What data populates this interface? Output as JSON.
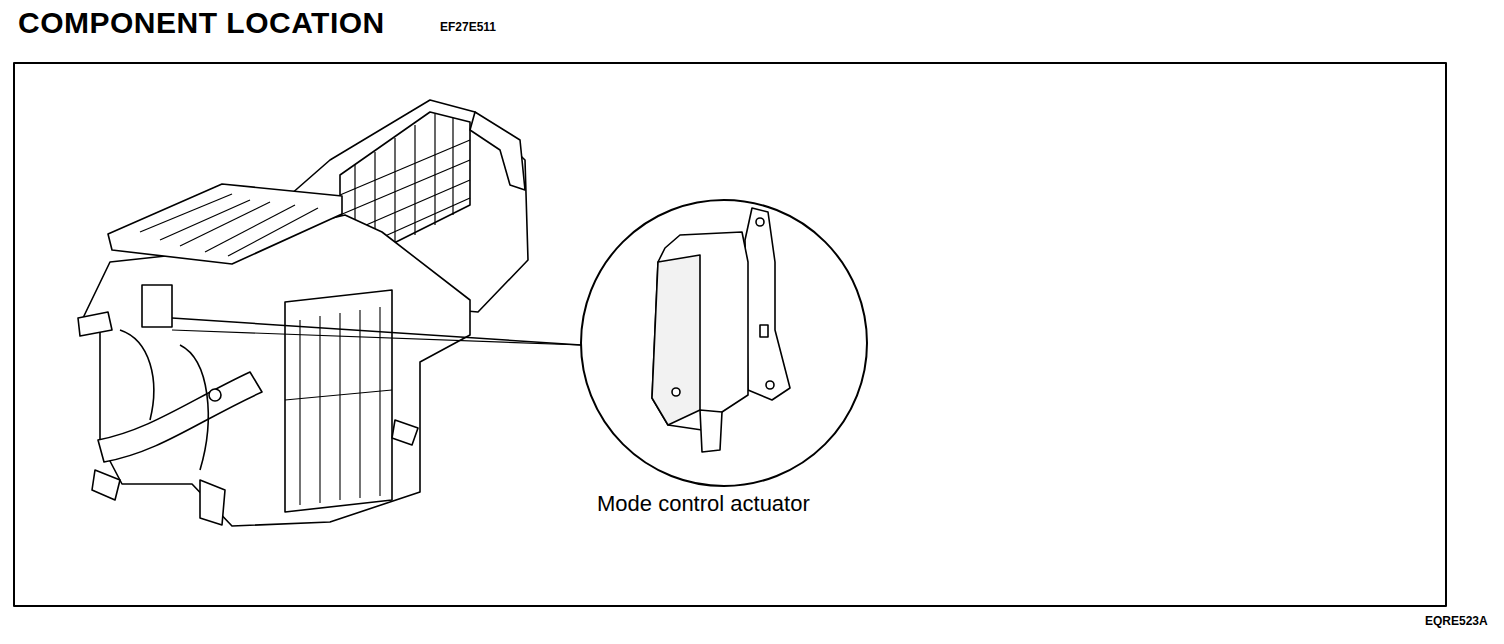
{
  "diagram": {
    "title": "COMPONENT LOCATION",
    "labels": [
      "EF27E511",
      "Mode control actuator",
      "EQRE523A"
    ]
  }
}
